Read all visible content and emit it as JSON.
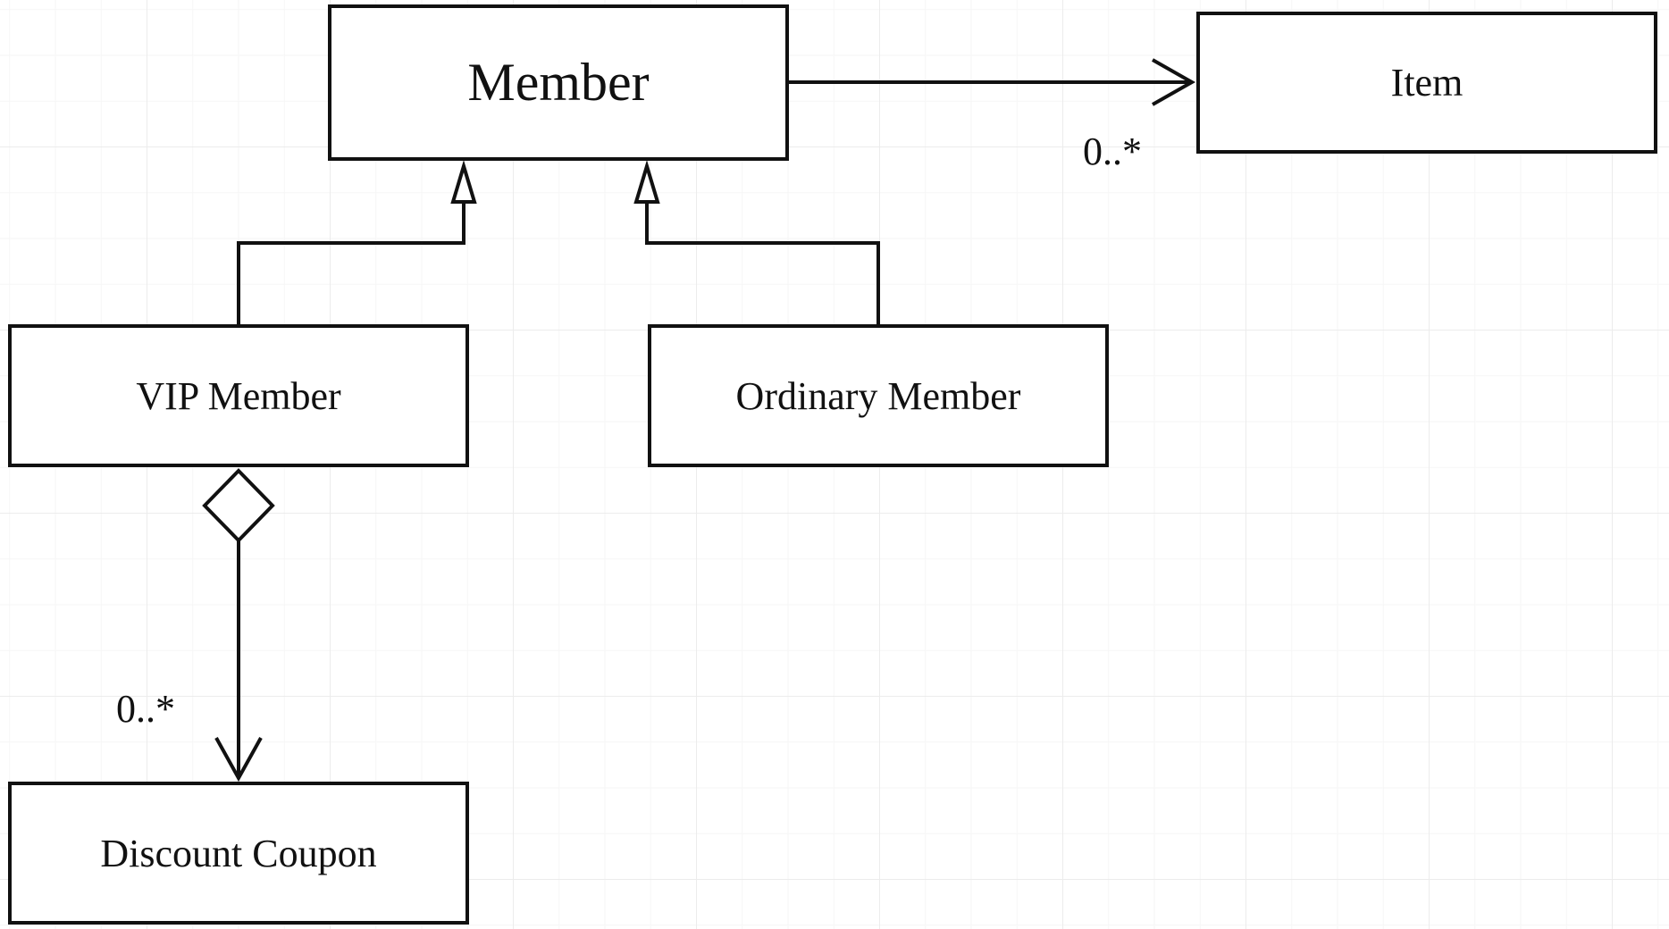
{
  "diagram": {
    "nodes": {
      "member": {
        "label": "Member"
      },
      "item": {
        "label": "Item"
      },
      "vip_member": {
        "label": "VIP Member"
      },
      "ordinary_member": {
        "label": "Ordinary Member"
      },
      "discount_coupon": {
        "label": "Discount Coupon"
      }
    },
    "edges": [
      {
        "from": "member",
        "to": "item",
        "kind": "association",
        "multiplicity": "0..*"
      },
      {
        "from": "vip_member",
        "to": "member",
        "kind": "generalization"
      },
      {
        "from": "ordinary_member",
        "to": "member",
        "kind": "generalization"
      },
      {
        "from": "vip_member",
        "to": "discount_coupon",
        "kind": "aggregation",
        "multiplicity": "0..*"
      }
    ]
  }
}
